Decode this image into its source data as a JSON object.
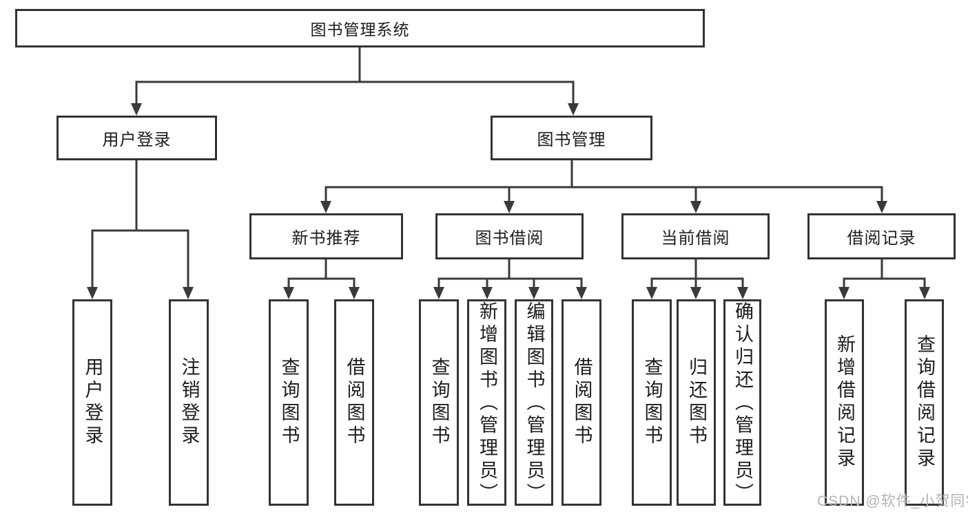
{
  "colors": {
    "background": "#ffffff",
    "box_border": "#333333",
    "line": "#3a3a3a",
    "text": "#1c1c1c",
    "watermark_color": "#b3b3b3"
  },
  "watermark": "CSDN @软件_小贺同学",
  "tree": {
    "root": "图书管理系统",
    "branches": [
      {
        "label": "用户登录",
        "children": [
          "用户登录",
          "注销登录"
        ]
      },
      {
        "label": "图书管理",
        "children": [
          {
            "label": "新书推荐",
            "children": [
              "查询图书",
              "借阅图书"
            ]
          },
          {
            "label": "图书借阅",
            "children": [
              "查询图书",
              "新增图书（管理员）",
              "编辑图书（管理员）",
              "借阅图书"
            ]
          },
          {
            "label": "当前借阅",
            "children": [
              "查询图书",
              "归还图书",
              "确认归还（管理员）"
            ]
          },
          {
            "label": "借阅记录",
            "children": [
              "新增借阅记录",
              "查询借阅记录"
            ]
          }
        ]
      }
    ]
  }
}
